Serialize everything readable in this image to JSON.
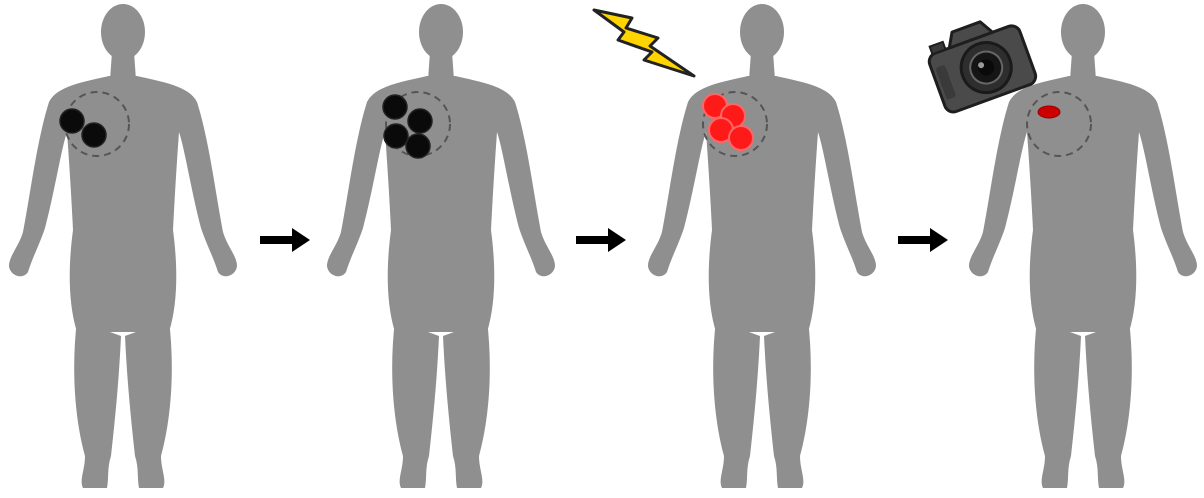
{
  "diagram": {
    "panels": [
      {
        "cell_count": 2,
        "cell_color": "#0a0a0a",
        "overlay": "none"
      },
      {
        "cell_count": 4,
        "cell_color": "#0a0a0a",
        "overlay": "none"
      },
      {
        "cell_count": 4,
        "cell_color": "#ff1a1a",
        "overlay": "lightning-bolt-icon"
      },
      {
        "cell_count": 0,
        "lesion_color": "#cc0000",
        "overlay": "camera-icon"
      }
    ],
    "arrow_count": 3,
    "colors": {
      "body": "#8f8f8f",
      "tumor_outline": "#555555",
      "arrow": "#000000",
      "bolt_fill": "#ffd400",
      "camera_body": "#4a4a4a"
    }
  }
}
